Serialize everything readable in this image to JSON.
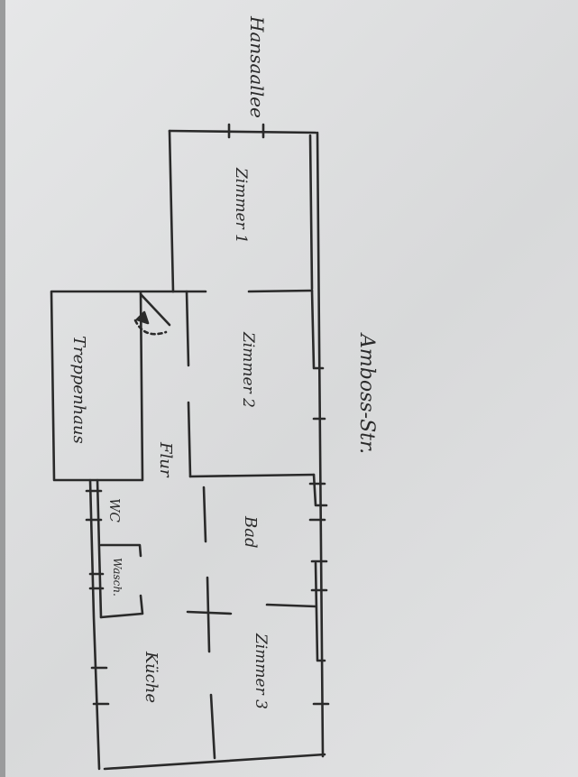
{
  "labels": {
    "street_top": "Hansaallee",
    "street_right": "Amboss-Str.",
    "room_1": "Zimmer 1",
    "room_2": "Zimmer 2",
    "room_3": "Zimmer 3",
    "stairwell": "Treppenhaus",
    "hallway": "Flur",
    "bathroom": "Bad",
    "wc": "WC",
    "laundry": "Wasch.",
    "kitchen": "Küche"
  },
  "colors": {
    "paper": "#e0e1e2",
    "ink": "#2a2a2a"
  }
}
